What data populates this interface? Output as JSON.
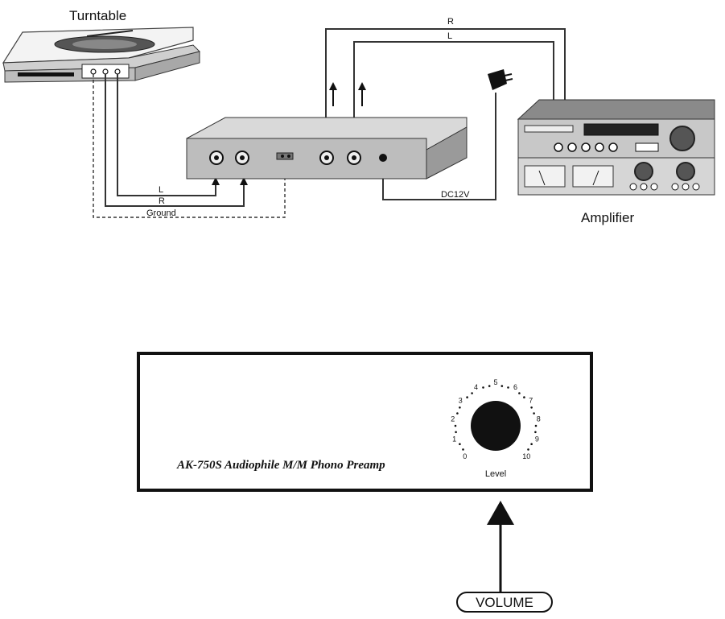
{
  "connection": {
    "turntable_label": "Turntable",
    "amplifier_label": "Amplifier",
    "wire_l_top": "L",
    "wire_r_top": "R",
    "wire_l": "L",
    "wire_r": "R",
    "ground": "Ground",
    "dc": "DC12V"
  },
  "front_panel": {
    "model_name": "AK-750S  Audiophile M/M   Phono Preamp",
    "knob_label": "Level",
    "scale": [
      "0",
      "1",
      "2",
      "3",
      "4",
      "5",
      "6",
      "7",
      "8",
      "9",
      "10"
    ],
    "callout": "VOLUME"
  }
}
